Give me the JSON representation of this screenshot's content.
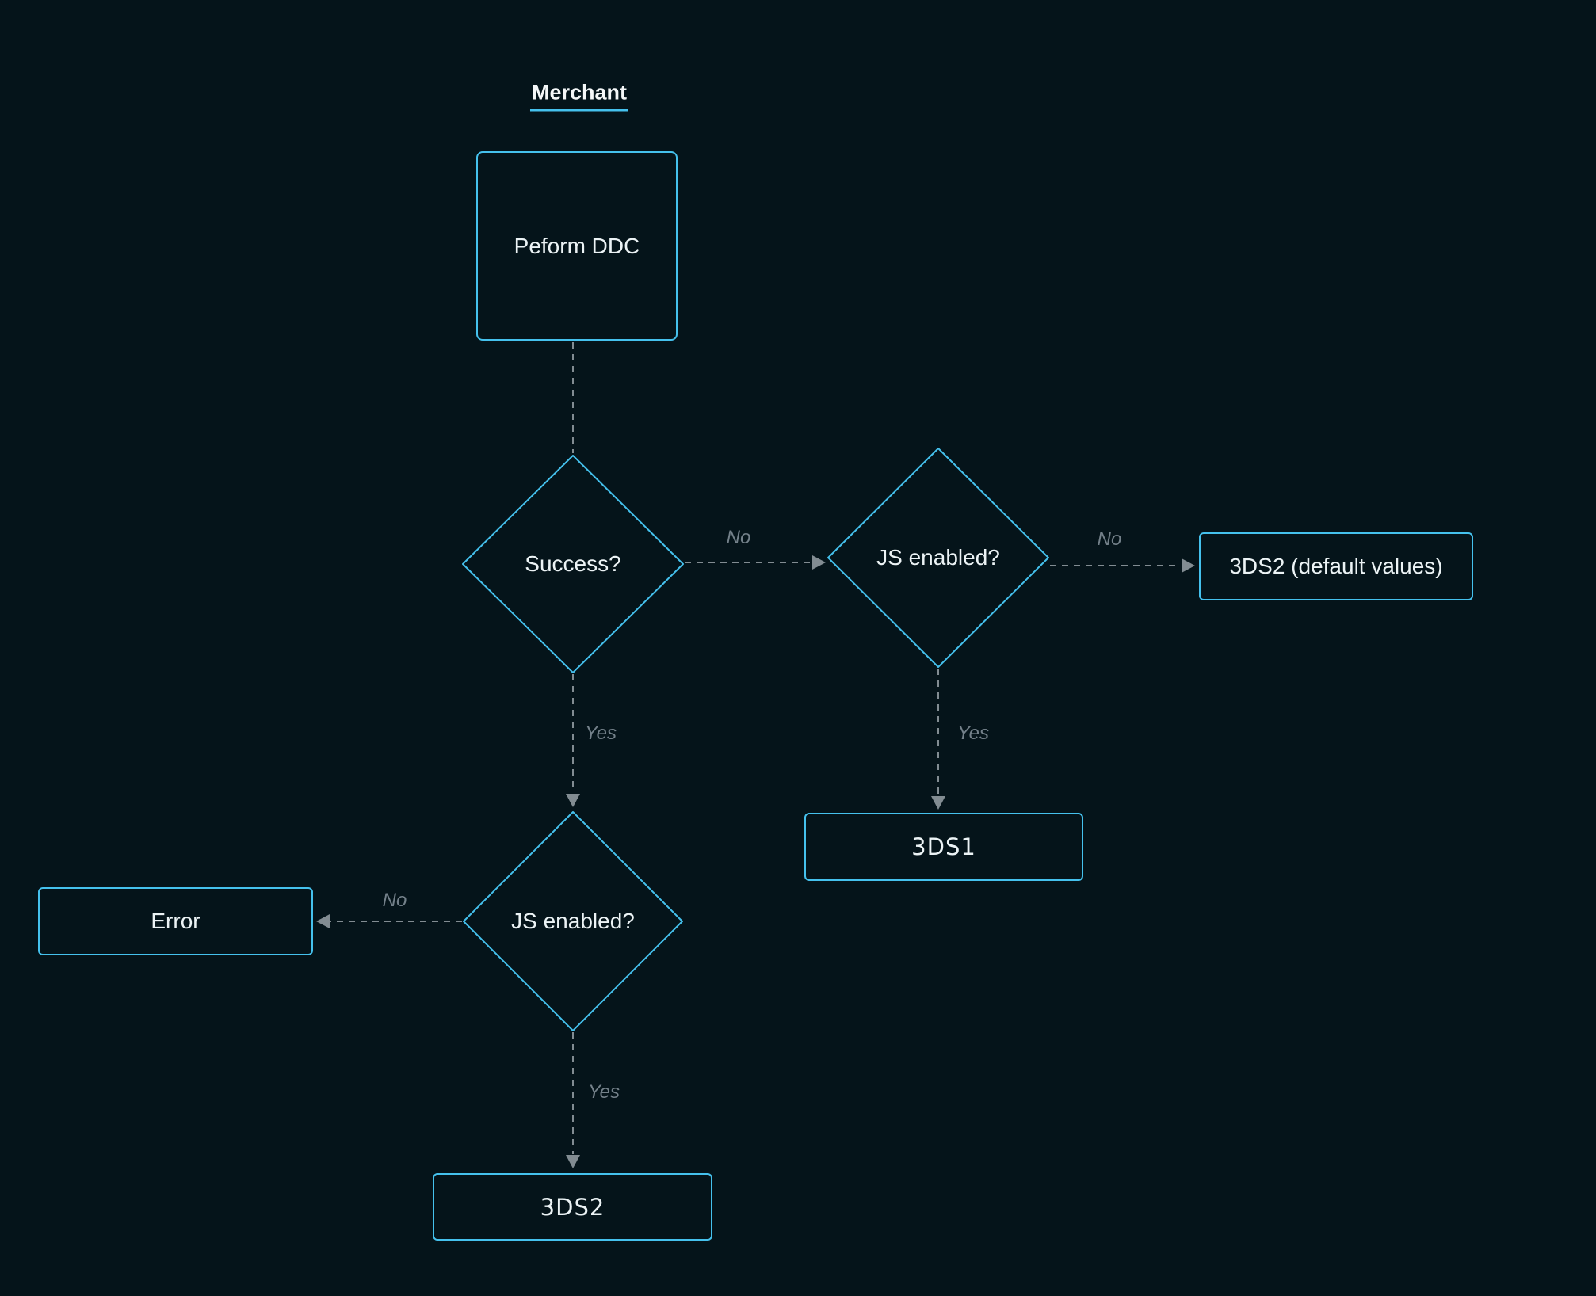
{
  "diagram": {
    "title": "Merchant",
    "colors": {
      "background": "#05141a",
      "node_border": "#45c1ed",
      "node_text": "#ecf3f5",
      "edge_line": "#828c92",
      "edge_label_text": "#74818a",
      "title_text": "#f4f7f8",
      "title_underline": "#45c1ed"
    },
    "nodes": {
      "perform_ddc": {
        "type": "process",
        "label": "Peform DDC"
      },
      "success": {
        "type": "decision",
        "label": "Success?"
      },
      "js_enabled_top": {
        "type": "decision",
        "label": "JS enabled?"
      },
      "threeds2_default": {
        "type": "result",
        "label": "3DS2 (default values)"
      },
      "threeds1": {
        "type": "result",
        "label": "3DS1"
      },
      "js_enabled_bottom": {
        "type": "decision",
        "label": "JS enabled?"
      },
      "error": {
        "type": "result",
        "label": "Error"
      },
      "threeds2": {
        "type": "result",
        "label": "3DS2"
      }
    },
    "edges": {
      "perform_to_success": {
        "from": "perform_ddc",
        "to": "success",
        "label": ""
      },
      "success_to_js_top": {
        "from": "success",
        "to": "js_enabled_top",
        "label": "No"
      },
      "js_top_to_threeds2_default": {
        "from": "js_enabled_top",
        "to": "threeds2_default",
        "label": "No"
      },
      "js_top_to_threeds1": {
        "from": "js_enabled_top",
        "to": "threeds1",
        "label": "Yes"
      },
      "success_to_js_bottom": {
        "from": "success",
        "to": "js_enabled_bottom",
        "label": "Yes"
      },
      "js_bottom_to_error": {
        "from": "js_enabled_bottom",
        "to": "error",
        "label": "No"
      },
      "js_bottom_to_threeds2": {
        "from": "js_enabled_bottom",
        "to": "threeds2",
        "label": "Yes"
      }
    }
  }
}
